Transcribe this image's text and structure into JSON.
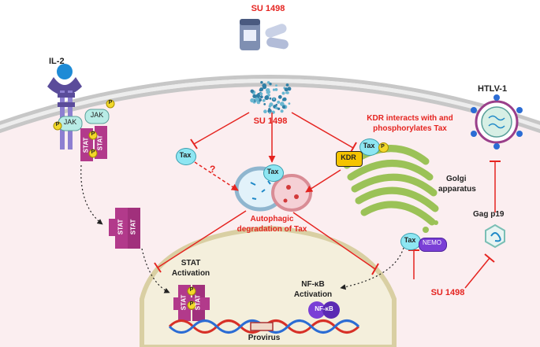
{
  "labels": {
    "drug_top": "SU 1498",
    "drug_center": "SU 1498",
    "drug_bottom": "SU 1498",
    "il2": "IL-2",
    "htlv1": "HTLV-1",
    "kdr_note_line1": "KDR interacts with and",
    "kdr_note_line2": "phosphorylates Tax",
    "golgi_line1": "Golgi",
    "golgi_line2": "apparatus",
    "autophagy_line1": "Autophagic",
    "autophagy_line2": "degradation of Tax",
    "stat_activation_line1": "STAT",
    "stat_activation_line2": "Activation",
    "nfkb_activation_line1": "NF-κB",
    "nfkb_activation_line2": "Activation",
    "gag": "Gag p19",
    "provirus": "Provirus",
    "question": "?"
  },
  "molecules": {
    "jak": "JAK",
    "stat": "STAT",
    "phospho": "P",
    "tax": "Tax",
    "kdr": "KDR",
    "nemo": "NEMO",
    "nfkb": "NF-κB"
  },
  "colors": {
    "inhibition": "#e52420",
    "cytoplasm": "#fbeef0",
    "nucleus": "#f4efdc",
    "stat": "#b23a8b",
    "tax": "#8ee6f2",
    "phospho": "#f2d82a",
    "kdr": "#f5c400",
    "nemo": "#7a3fd6",
    "golgi": "#9bc257"
  }
}
